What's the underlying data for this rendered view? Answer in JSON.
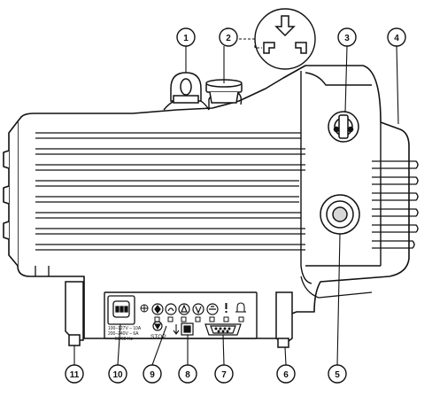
{
  "callouts": [
    {
      "label": "1"
    },
    {
      "label": "2"
    },
    {
      "label": "3"
    },
    {
      "label": "4"
    },
    {
      "label": "5"
    },
    {
      "label": "6"
    },
    {
      "label": "7"
    },
    {
      "label": "8"
    },
    {
      "label": "9"
    },
    {
      "label": "10"
    },
    {
      "label": "11"
    }
  ],
  "panel": {
    "voltage_line_1": "100–127V – 10A",
    "voltage_line_2": "200–240V – 6A",
    "frequency": "50/60 Hz",
    "stop_label": "STOP"
  },
  "colors": {
    "line": "#111111",
    "fill": "#ffffff",
    "shade": "#d8d8d8"
  },
  "icons": [
    "power-inlet-icon",
    "usb-port-icon",
    "serial-port-icon",
    "status-led-icon",
    "alarm-bell-icon",
    "warning-icon",
    "arrow-down-icon"
  ]
}
